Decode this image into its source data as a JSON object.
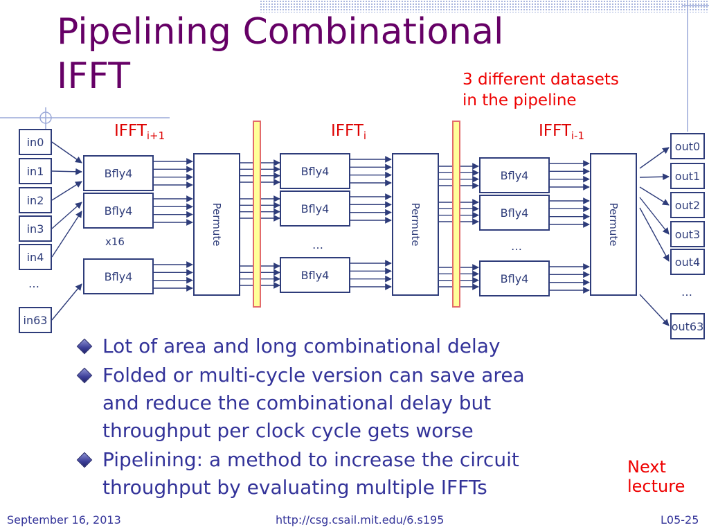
{
  "slide": {
    "title_line1": "Pipelining Combinational",
    "title_line2": "IFFT",
    "callout_line1": "3 different datasets",
    "callout_line2": "in the pipeline"
  },
  "diagram": {
    "stages": [
      {
        "base": "IFFT",
        "sub": "i+1"
      },
      {
        "base": "IFFT",
        "sub": "i"
      },
      {
        "base": "IFFT",
        "sub": "i-1"
      }
    ],
    "inputs": [
      "in0",
      "in1",
      "in2",
      "in3",
      "in4"
    ],
    "inputs_ellipsis": "…",
    "input_last": "in63",
    "outputs": [
      "out0",
      "out1",
      "out2",
      "out3",
      "out4"
    ],
    "outputs_ellipsis": "…",
    "output_last": "out63",
    "bfly_label": "Bfly4",
    "permute_label": "Permute",
    "bfly_count_note": "x16",
    "bfly_ellipsis": "…"
  },
  "bullets": [
    {
      "lines": [
        "Lot of area and long combinational delay"
      ]
    },
    {
      "lines": [
        "Folded or multi-cycle version can save area",
        "and reduce the combinational delay but",
        "throughput per clock cycle gets worse"
      ]
    },
    {
      "lines": [
        "Pipelining: a method to increase the circuit",
        "throughput by evaluating multiple IFFTs"
      ]
    }
  ],
  "next_note": {
    "line1": "Next",
    "line2": "lecture"
  },
  "footer": {
    "date": "September 16, 2013",
    "url": "http://csg.csail.mit.edu/6.s195",
    "slide_no": "L05-25"
  },
  "colors": {
    "title": "#660066",
    "accent_red": "#ee0000",
    "diagram_blue": "#2e3c7a",
    "register_fill": "#ffff99",
    "register_border": "#e26b6b"
  }
}
